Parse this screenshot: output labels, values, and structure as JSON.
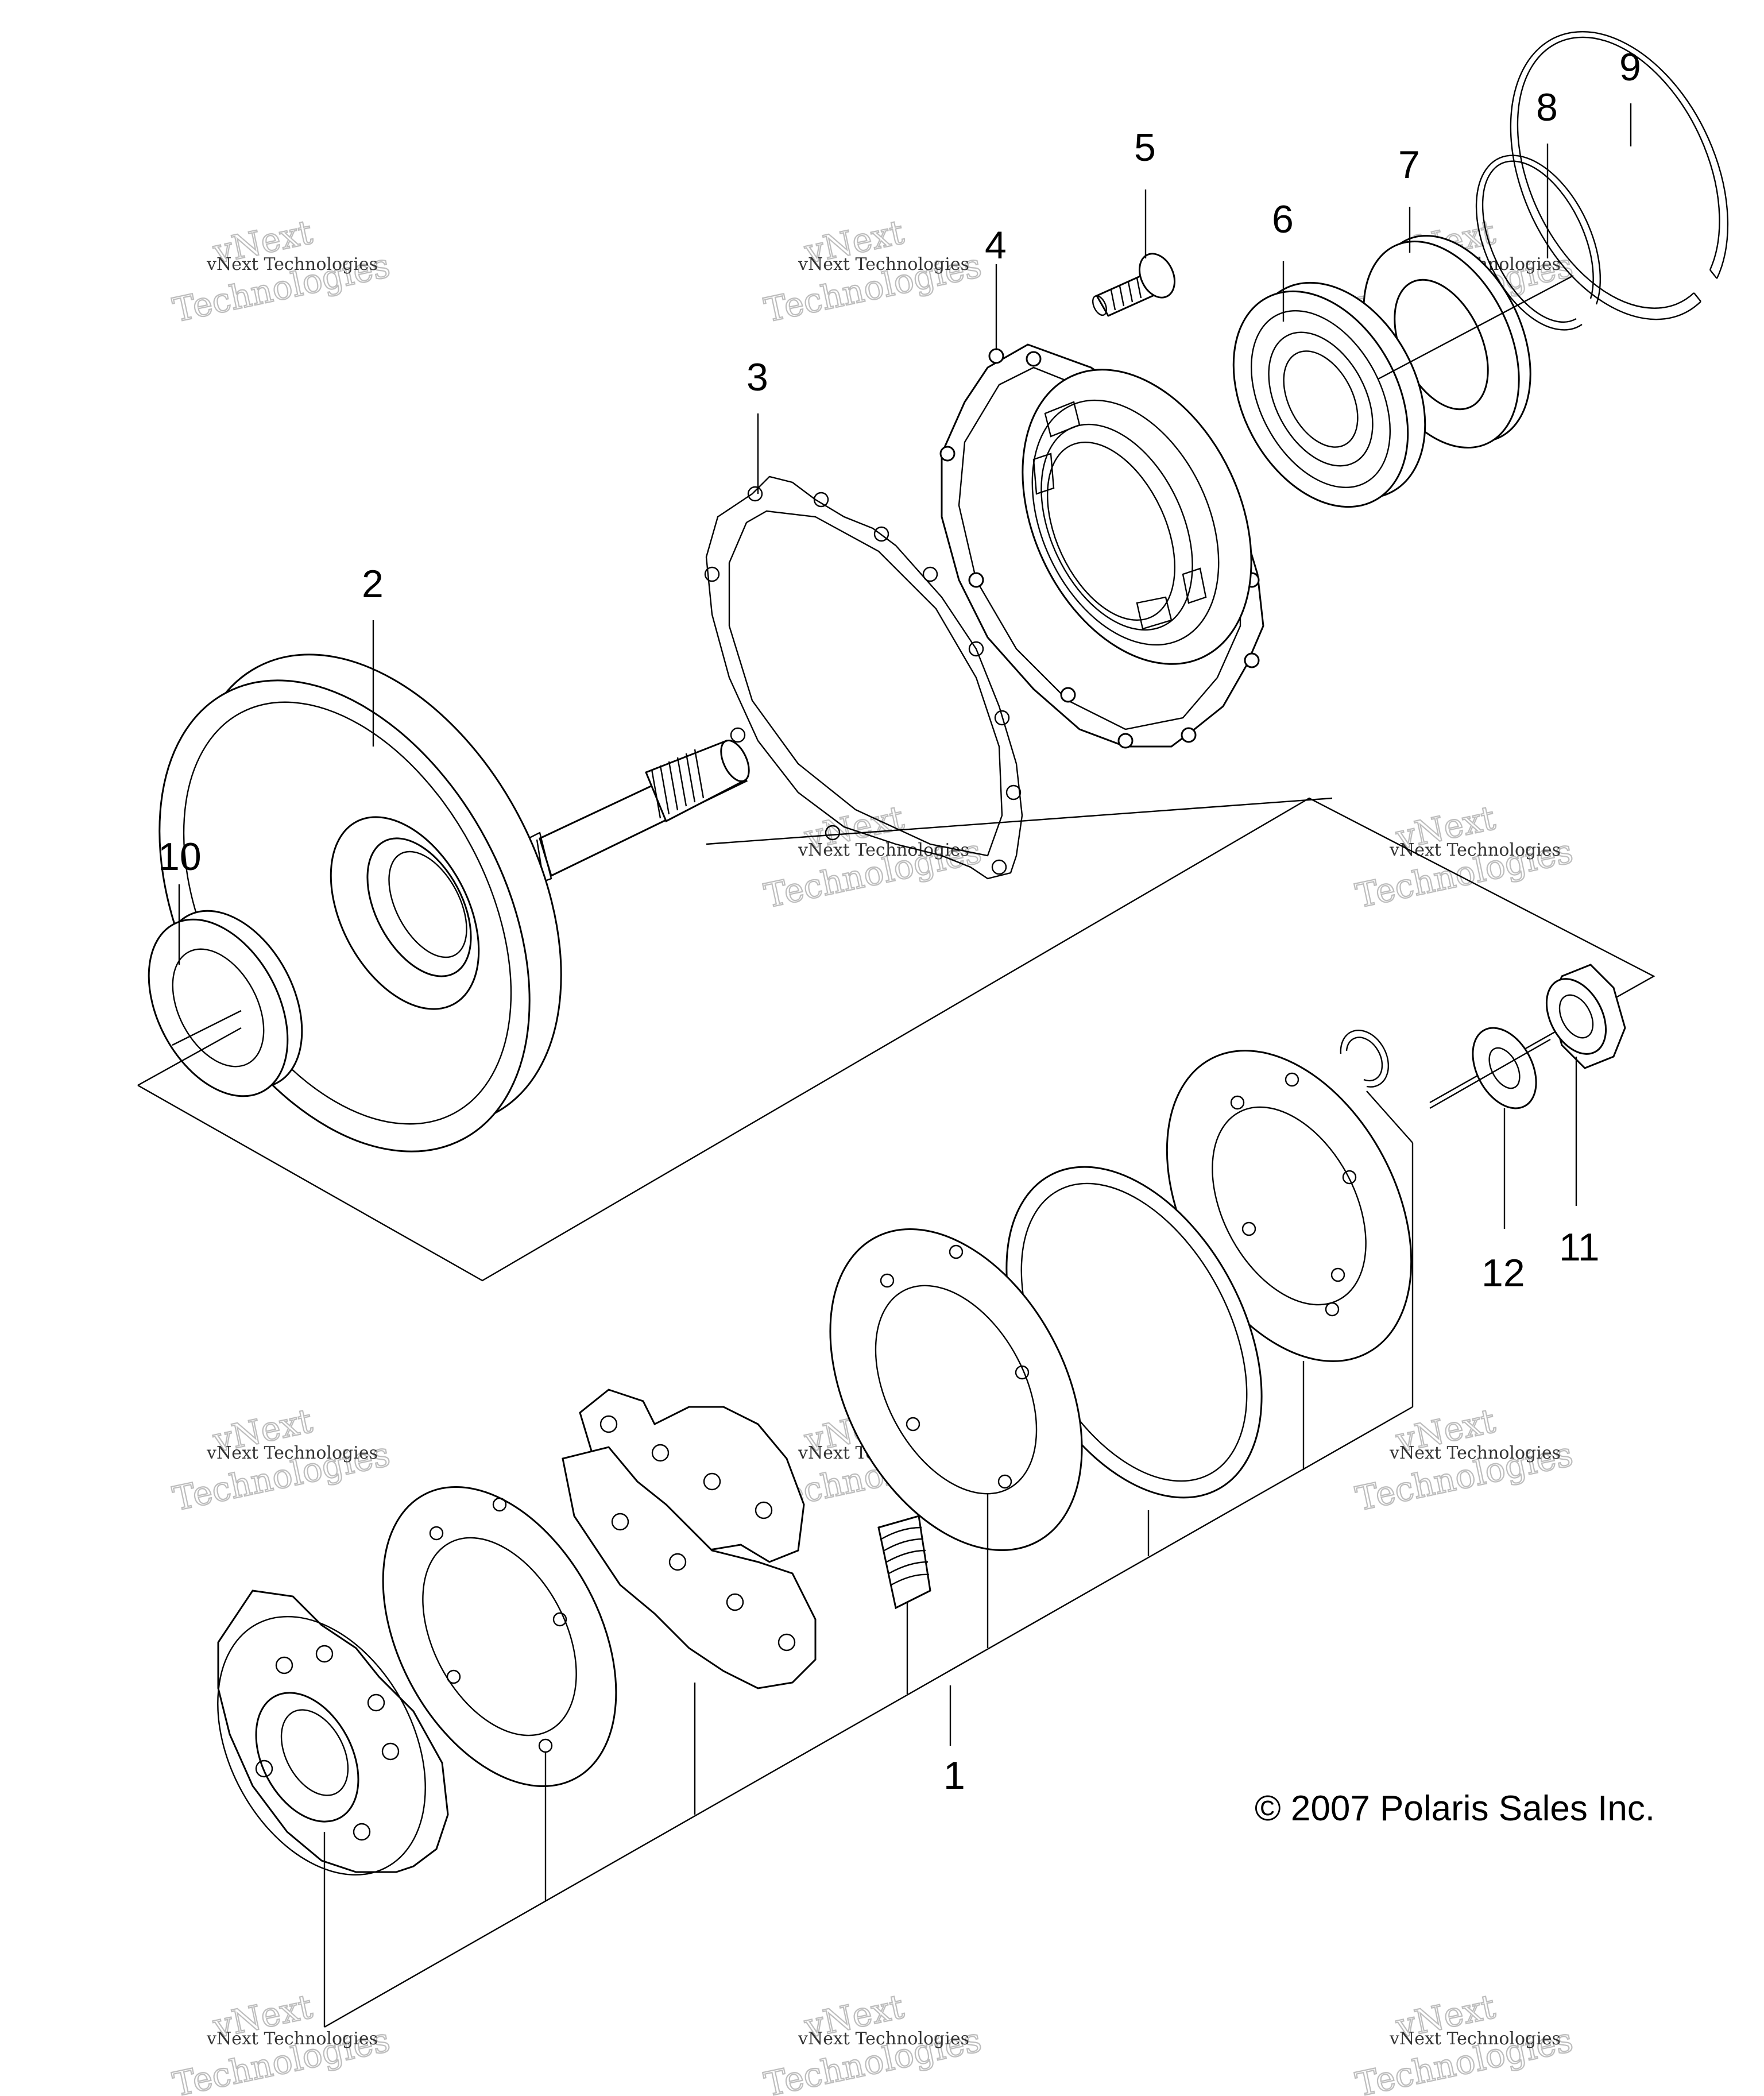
{
  "callouts": {
    "c1": "1",
    "c2": "2",
    "c3": "3",
    "c4": "4",
    "c5": "5",
    "c6": "6",
    "c7": "7",
    "c8": "8",
    "c9": "9",
    "c10": "10",
    "c11": "11",
    "c12": "12"
  },
  "copyright": "© 2007 Polaris Sales Inc.",
  "watermark": {
    "small": "vNext Technologies",
    "line1": "vNext",
    "line2": "Technologies"
  }
}
